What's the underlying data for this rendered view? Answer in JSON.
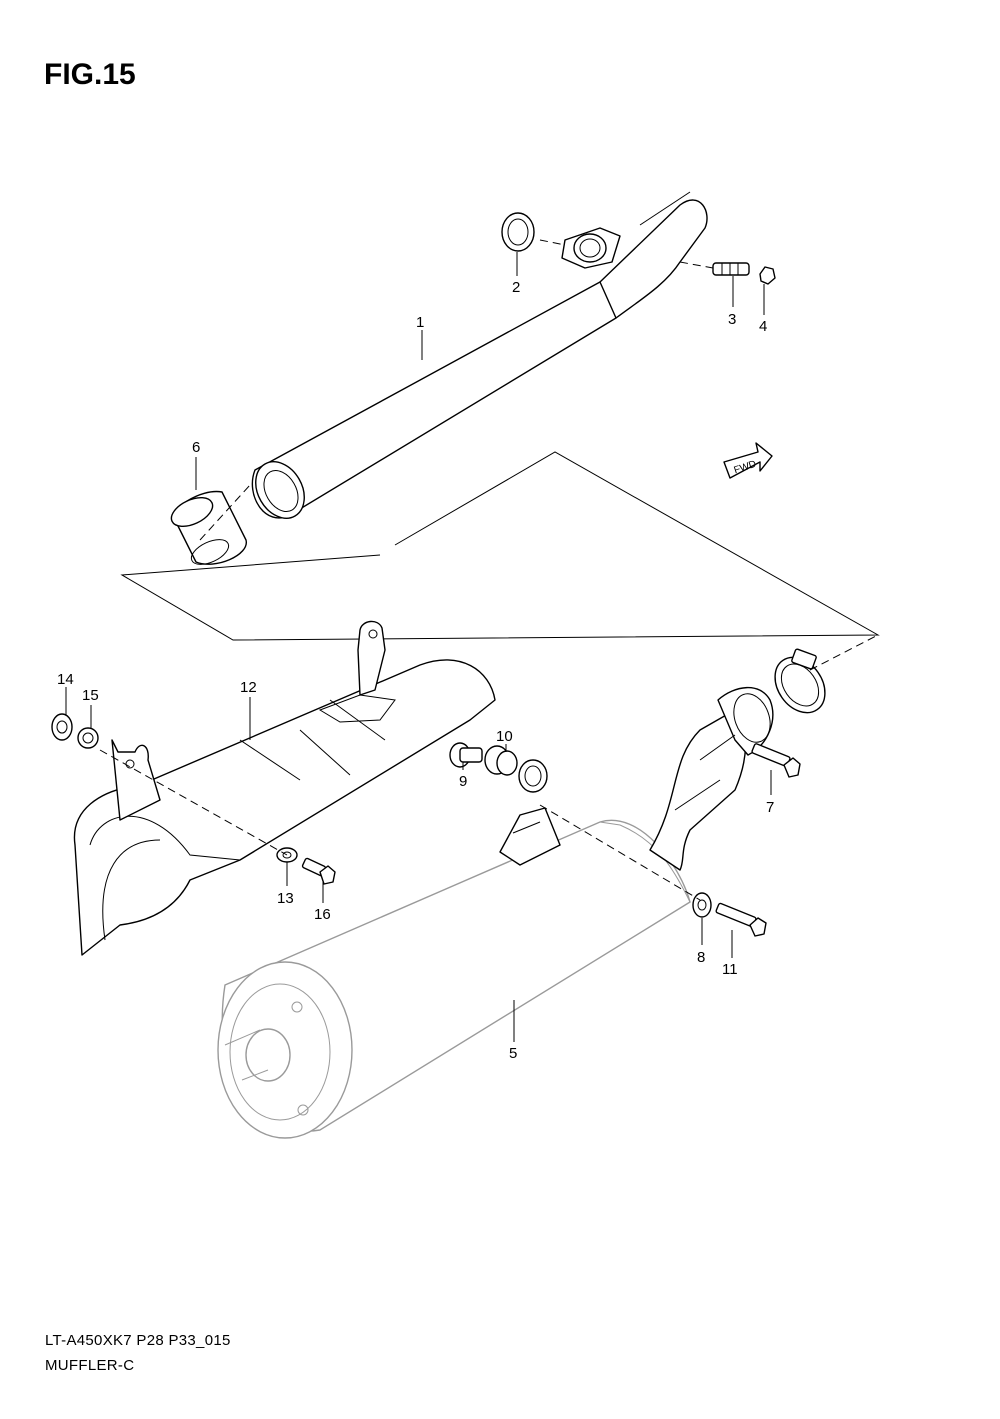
{
  "figure": {
    "title": "FIG.15",
    "fwd_label": "FWD"
  },
  "footer": {
    "model_code": "LT-A450XK7 P28 P33_015",
    "section_name": "MUFFLER-C"
  },
  "callouts": [
    {
      "id": "1",
      "label": "1"
    },
    {
      "id": "2",
      "label": "2"
    },
    {
      "id": "3",
      "label": "3"
    },
    {
      "id": "4",
      "label": "4"
    },
    {
      "id": "5",
      "label": "5"
    },
    {
      "id": "6",
      "label": "6"
    },
    {
      "id": "7",
      "label": "7"
    },
    {
      "id": "8",
      "label": "8"
    },
    {
      "id": "9",
      "label": "9"
    },
    {
      "id": "10",
      "label": "10"
    },
    {
      "id": "11",
      "label": "11"
    },
    {
      "id": "12",
      "label": "12"
    },
    {
      "id": "13",
      "label": "13"
    },
    {
      "id": "14",
      "label": "14"
    },
    {
      "id": "15",
      "label": "15"
    },
    {
      "id": "16",
      "label": "16"
    }
  ]
}
